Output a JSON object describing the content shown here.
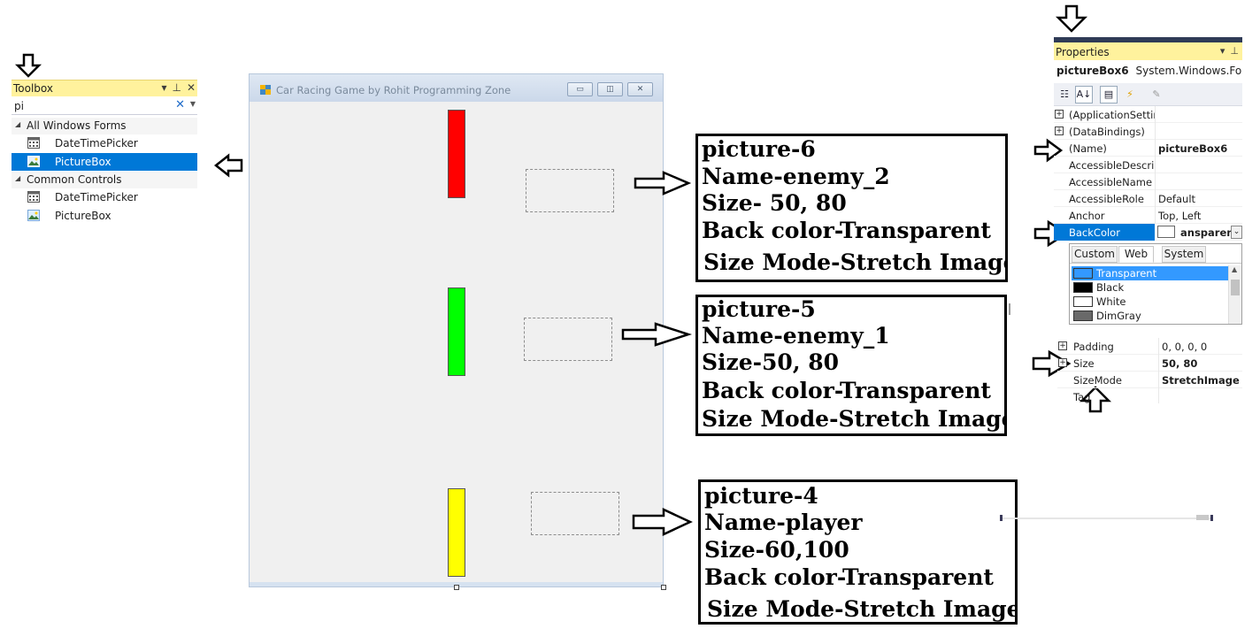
{
  "toolbox": {
    "title": "Toolbox",
    "title_buttons": [
      "▾",
      "⊥",
      "✕"
    ],
    "search_value": "pi",
    "groups": [
      {
        "label": "All Windows Forms",
        "items": [
          "DateTimePicker",
          "PictureBox"
        ]
      },
      {
        "label": "Common Controls",
        "items": [
          "DateTimePicker",
          "PictureBox"
        ]
      }
    ],
    "selected_item": "PictureBox"
  },
  "form": {
    "title": "Car Racing Game by Rohit Programming Zone",
    "controls": [
      "▭",
      "◫",
      "✕"
    ],
    "cars": [
      {
        "color": "#ff0000"
      },
      {
        "color": "#00ff00"
      },
      {
        "color": "#ffff00"
      }
    ]
  },
  "notes": [
    {
      "lines": [
        "picture-6",
        "Name-enemy_2",
        "Size- 50, 80",
        "Back color-Transparent",
        "Size Mode-Stretch Image"
      ]
    },
    {
      "lines": [
        "picture-5",
        "Name-enemy_1",
        "Size-50, 80",
        "Back color-Transparent",
        "Size Mode-Stretch Image"
      ]
    },
    {
      "lines": [
        "picture-4",
        "Name-player",
        "Size-60,100",
        "Back color-Transparent",
        "Size Mode-Stretch Image"
      ]
    }
  ],
  "properties": {
    "title": "Properties",
    "title_buttons": [
      "▾",
      "⊥"
    ],
    "object_name": "pictureBox6",
    "object_type": "System.Windows.Forms.P",
    "rows_top": [
      {
        "name": "(ApplicationSettin",
        "value": "",
        "expander": "+"
      },
      {
        "name": "(DataBindings)",
        "value": "",
        "expander": "+"
      },
      {
        "name": "(Name)",
        "value": "pictureBox6",
        "expander": ""
      },
      {
        "name": "AccessibleDescript",
        "value": "",
        "expander": ""
      },
      {
        "name": "AccessibleName",
        "value": "",
        "expander": ""
      },
      {
        "name": "AccessibleRole",
        "value": "Default",
        "expander": ""
      },
      {
        "name": "Anchor",
        "value": "Top, Left",
        "expander": ""
      },
      {
        "name": "BackColor",
        "value": "ansparent",
        "expander": ""
      }
    ],
    "color_tabs": [
      "Custom",
      "Web",
      "System"
    ],
    "active_color_tab": "Web",
    "colors": [
      {
        "name": "Transparent",
        "swatch": "#3399ff"
      },
      {
        "name": "Black",
        "swatch": "#000000"
      },
      {
        "name": "White",
        "swatch": "#ffffff"
      },
      {
        "name": "DimGray",
        "swatch": "#696969"
      }
    ],
    "rows_bottom": [
      {
        "name": "Padding",
        "value": "0, 0, 0, 0",
        "expander": "+"
      },
      {
        "name": "Size",
        "value": "50, 80",
        "expander": "+"
      },
      {
        "name": "SizeMode",
        "value": "StretchImage",
        "expander": ""
      },
      {
        "name": "Tag",
        "value": "",
        "expander": ""
      }
    ]
  }
}
